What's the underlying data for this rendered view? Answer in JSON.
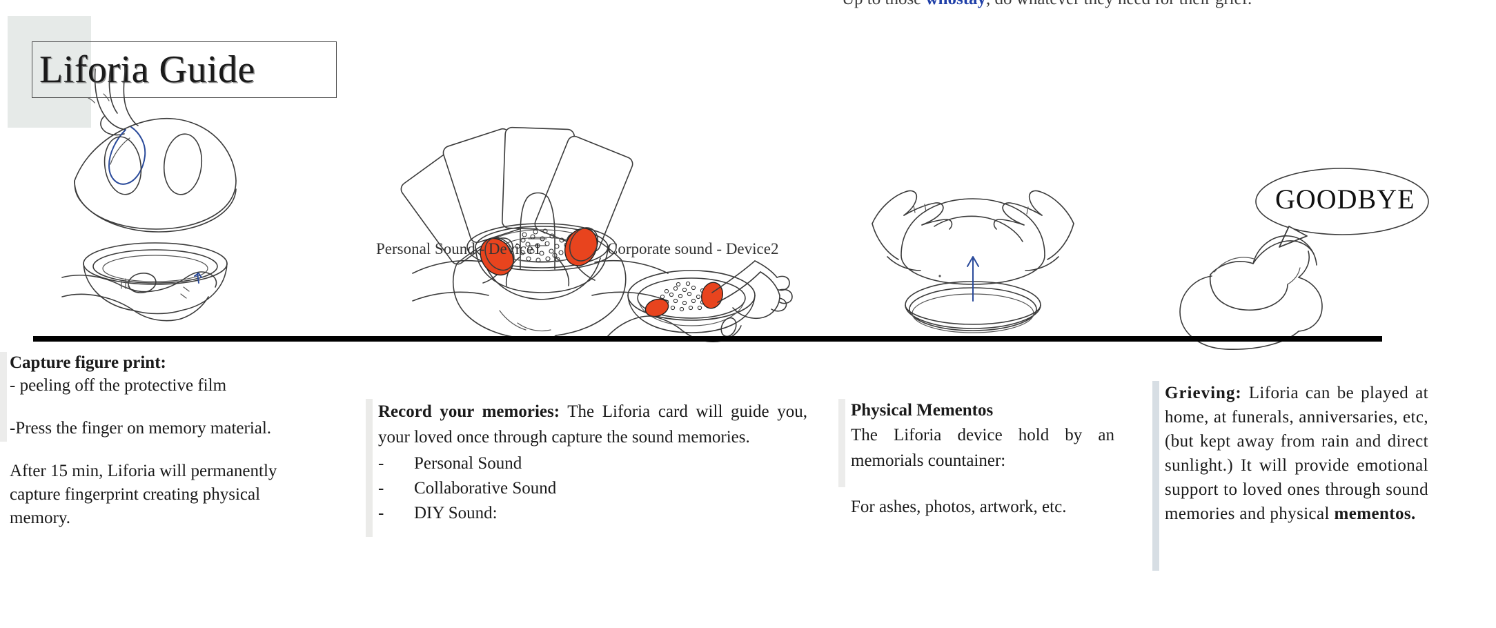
{
  "top_clipped_line": {
    "before": "Up to those ",
    "highlight": "whostay",
    "after": ", do whatever they need for their grief."
  },
  "title": "Liforia Guide",
  "device_labels": {
    "device1": "Personal Sound - Device1",
    "device2": "Corporate sound - Device2"
  },
  "speech_bubble": "GOODBYE",
  "columns": [
    {
      "heading": "Capture figure print:",
      "line1": "- peeling off the protective film",
      "line2": "-Press the finger on memory material.",
      "line3": "After 15 min, Liforia will permanently capture fingerprint creating  physical memory."
    },
    {
      "lead": "Record your memories:",
      "body": " The Liforia card will guide you, your loved once through capture the sound memories.",
      "bullet_marker": "-",
      "bullets": [
        "Personal Sound",
        "Collaborative Sound",
        "DIY Sound:"
      ]
    },
    {
      "heading": " Physical Mementos",
      "line1": "The Liforia device hold by an memorials countainer:",
      "line2": "For ashes, photos, artwork, etc."
    },
    {
      "lead": "Grieving:",
      "body": "  Liforia can be played at home, at funerals, anniversaries, etc, (but  kept away from rain and direct sunlight.) It will provide emotional support to loved ones through sound memories and physical ",
      "body_strong": "mementos."
    }
  ],
  "colors": {
    "accent_orange": "#e8441e",
    "accent_blue": "#2b4b9b",
    "link_blue": "#1f3fa8",
    "title_swatch": "#e6eae8",
    "bar_gray": "#ebebe9",
    "bar_blue_gray": "#d7dee4",
    "rule": "#000000"
  },
  "icons": {
    "peel_film": "hand-peeling-film-icon",
    "dome_device": "dome-device-icon",
    "bowl_device": "bowl-device-icon",
    "card_fan": "card-fan-icon",
    "hands_holding": "hands-holding-device-icon",
    "pointing_hand": "pointing-hand-icon",
    "lift_lid": "lift-lid-arrow-icon",
    "cloud_device": "cloud-device-icon",
    "speech_bubble": "speech-bubble-icon"
  }
}
